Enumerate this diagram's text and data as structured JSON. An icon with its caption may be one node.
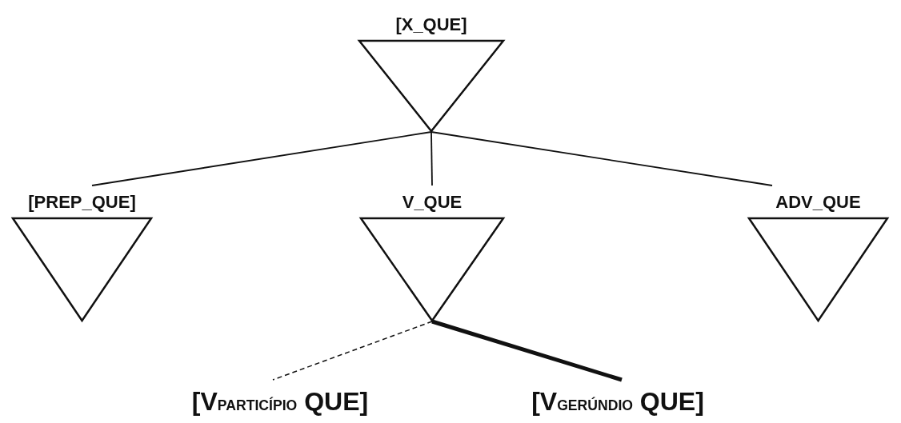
{
  "diagram": {
    "nodes": [
      {
        "text": [
          "[X_QUE]"
        ]
      },
      {
        "text": [
          "[PREP_QUE]"
        ]
      },
      {
        "text": [
          "V_QUE"
        ]
      },
      {
        "text": [
          "ADV_QUE"
        ]
      },
      {
        "text": [
          "[V$_{PARTICÍPIO}$ QUE]"
        ]
      },
      {
        "text": [
          "[V$_{GERÚNDIO}$ QUE]"
        ]
      }
    ],
    "edges": [
      {
        "from": 0,
        "to": 1,
        "arrow": "none"
      },
      {
        "from": 0,
        "to": 2,
        "arrow": "none"
      },
      {
        "from": 0,
        "to": 3,
        "arrow": "none"
      },
      {
        "from": 2,
        "to": 4,
        "arrow": "none",
        "style": "dashed"
      },
      {
        "from": 2,
        "to": 5,
        "arrow": "none",
        "style": "thick"
      }
    ]
  }
}
